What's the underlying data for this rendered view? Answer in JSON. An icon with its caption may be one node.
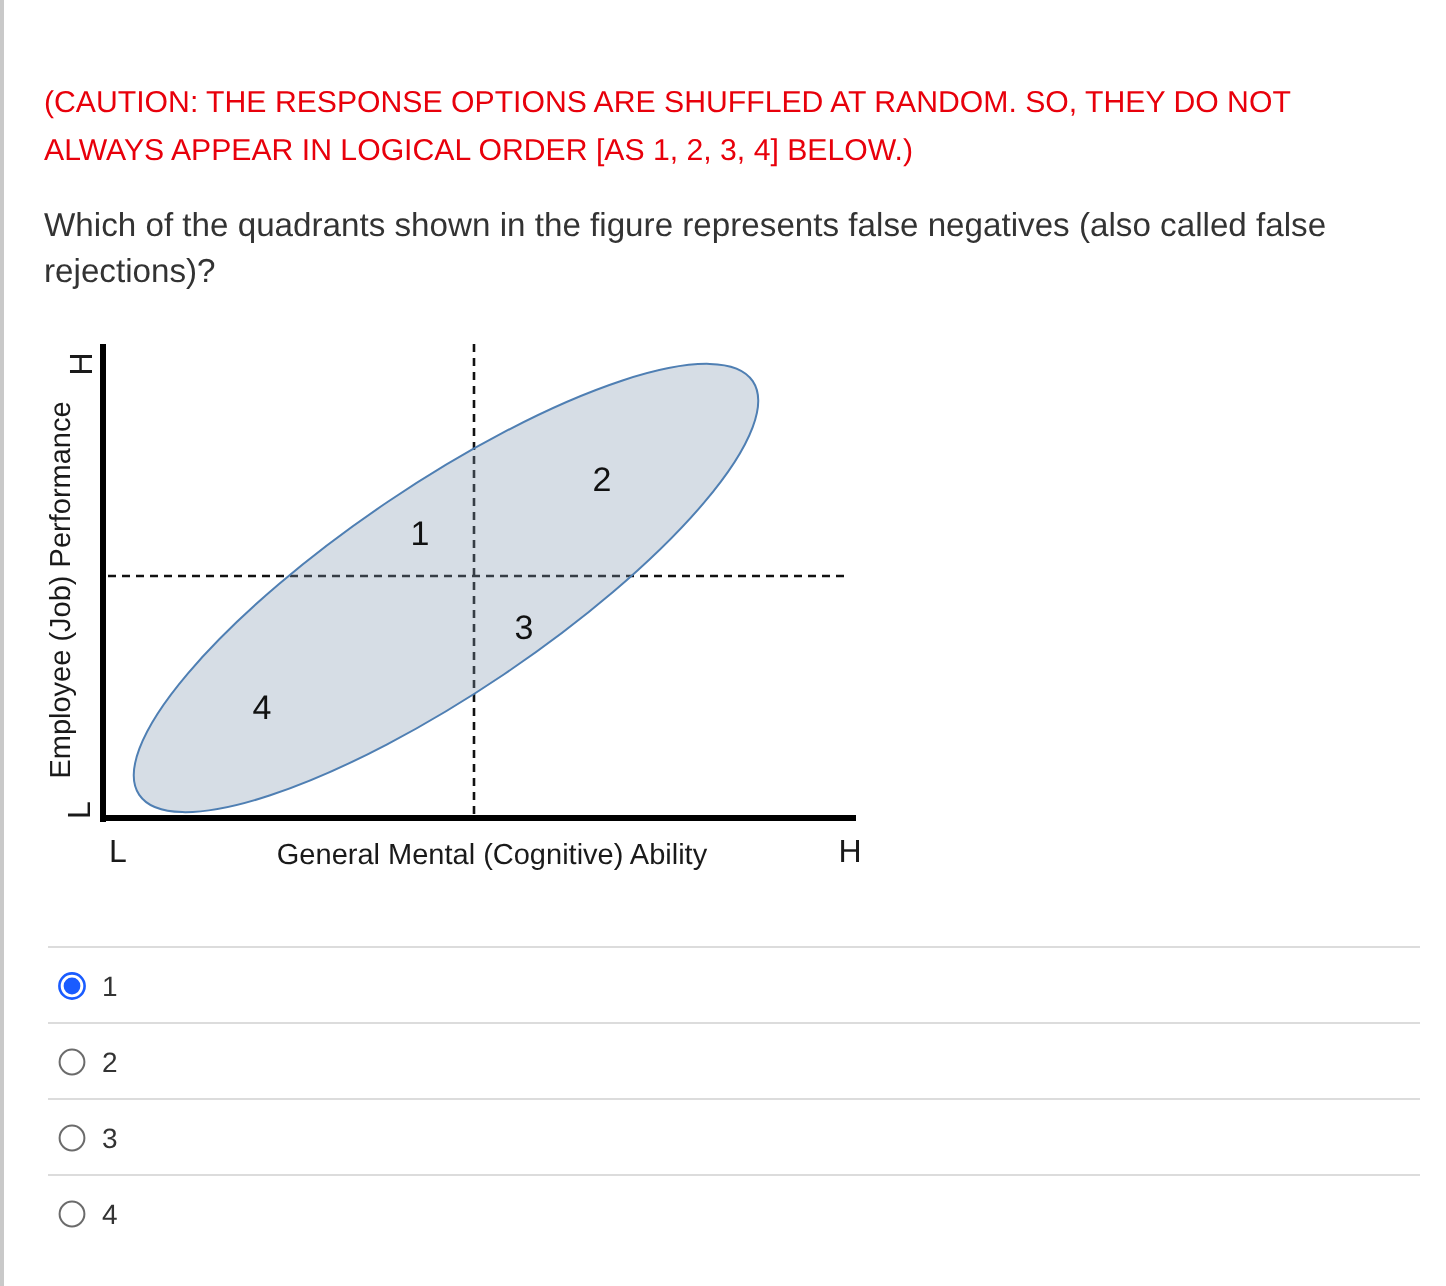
{
  "diagram": {
    "nodes": [
      {
        "text": [
          "2",
          "1",
          "3",
          "4"
        ]
      }
    ],
    "labels": [
      "(CAUTION: THE RESPONSE OPTIONS ARE SHUFFLED AT RANDOM. SO, THEY DO NOT ALWAYS APPEAR IN LOGICAL ORDER [AS 1, 2, 3, 4] BELOW.)",
      "Which of the quadrants shown in the figure represents false negatives (also called false rejections)?",
      "H",
      "Employee (Job) Performance",
      "L",
      "L",
      "General Mental (Cognitive) Ability",
      "H",
      "1",
      "2",
      "3",
      "4"
    ]
  }
}
